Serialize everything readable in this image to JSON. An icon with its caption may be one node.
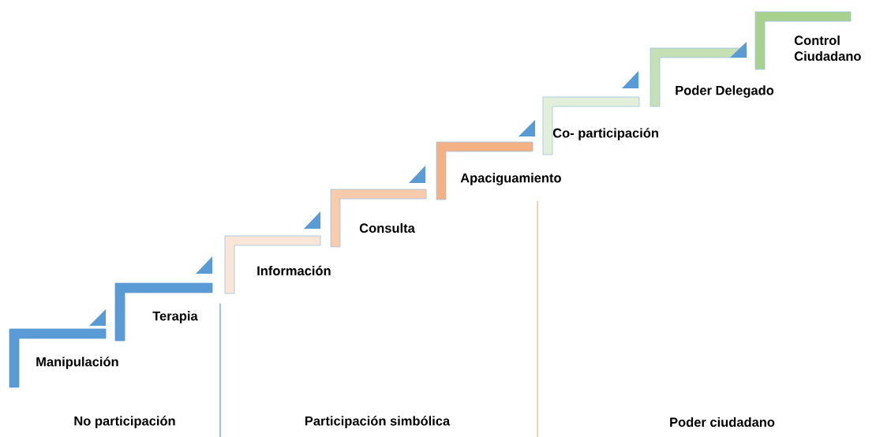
{
  "diagram": {
    "nodes": [
      {
        "text": [
          "Manipulación"
        ]
      },
      {
        "text": [
          "Terapia"
        ]
      },
      {
        "text": [
          "Información"
        ]
      },
      {
        "text": [
          "Consulta"
        ]
      },
      {
        "text": [
          "Apaciguamiento"
        ]
      },
      {
        "text": [
          "Co- participación"
        ]
      },
      {
        "text": [
          "Poder Delegado"
        ]
      },
      {
        "text": [
          "Control Ciudadano"
        ]
      }
    ],
    "labels": [
      "No participación",
      "Participación simbólica",
      "Poder ciudadano"
    ]
  }
}
